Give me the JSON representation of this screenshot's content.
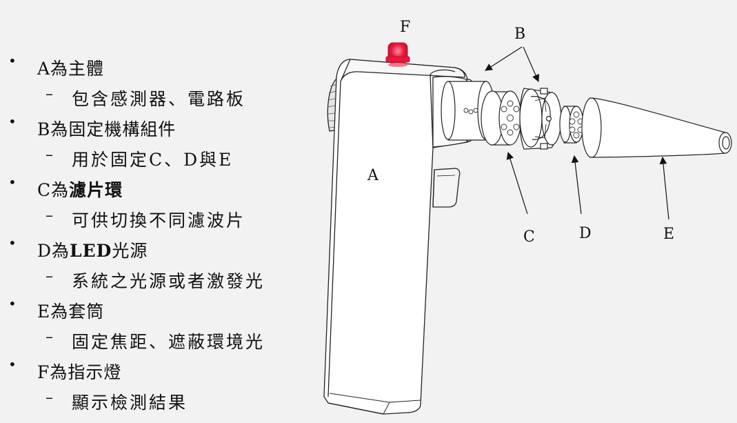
{
  "items": [
    {
      "pre": "A為主體",
      "bold": "",
      "post": "",
      "sub": "包含感測器、電路板"
    },
    {
      "pre": "B為固定機構組件",
      "bold": "",
      "post": "",
      "sub": "用於固定C、D與E"
    },
    {
      "pre": "C為",
      "bold": "濾片環",
      "post": "",
      "sub": "可供切換不同濾波片"
    },
    {
      "pre": "D為",
      "bold": "LED",
      "post": "光源",
      "sub": "系統之光源或者激發光"
    },
    {
      "pre": "E為套筒",
      "bold": "",
      "post": "",
      "sub": "固定焦距、遮蔽環境光"
    },
    {
      "pre": "F為指示燈",
      "bold": "",
      "post": "",
      "sub": "顯示檢測結果"
    }
  ],
  "bullet_symbol": "•",
  "sub_symbol": "–",
  "labels": {
    "a": "A",
    "b": "B",
    "c": "C",
    "d": "D",
    "e": "E",
    "f": "F"
  },
  "colors": {
    "indicator": "#e8193c",
    "line": "#222222",
    "body_fill": "#ffffff"
  }
}
